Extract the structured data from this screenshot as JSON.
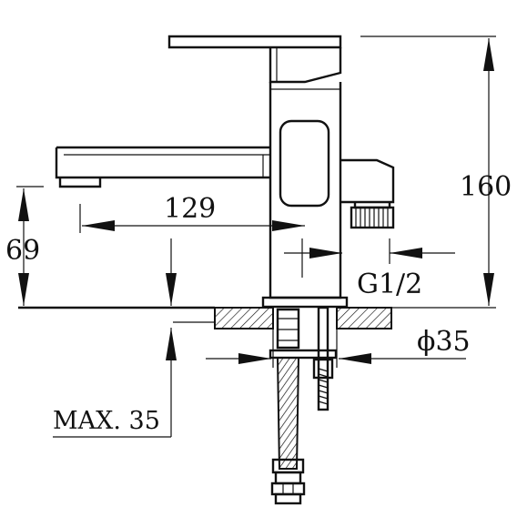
{
  "dimensions": {
    "spout_reach": "129",
    "spout_height": "69",
    "total_height": "160",
    "connection_thread": "G1/2",
    "hole_diameter": "ϕ35",
    "max_deck_thickness": "MAX. 35"
  }
}
